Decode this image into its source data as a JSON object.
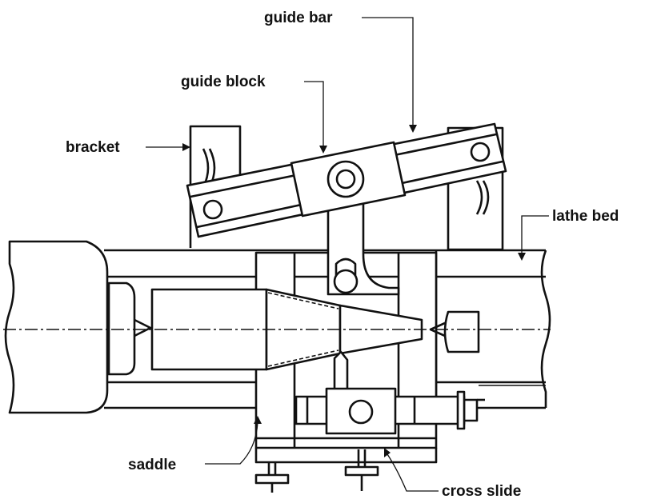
{
  "labels": {
    "guide_bar": "guide bar",
    "guide_block": "guide block",
    "bracket": "bracket",
    "lathe_bed": "lathe bed",
    "saddle": "saddle",
    "cross_slide": "cross slide"
  },
  "colors": {
    "ink": "#111111",
    "paper": "#ffffff"
  }
}
